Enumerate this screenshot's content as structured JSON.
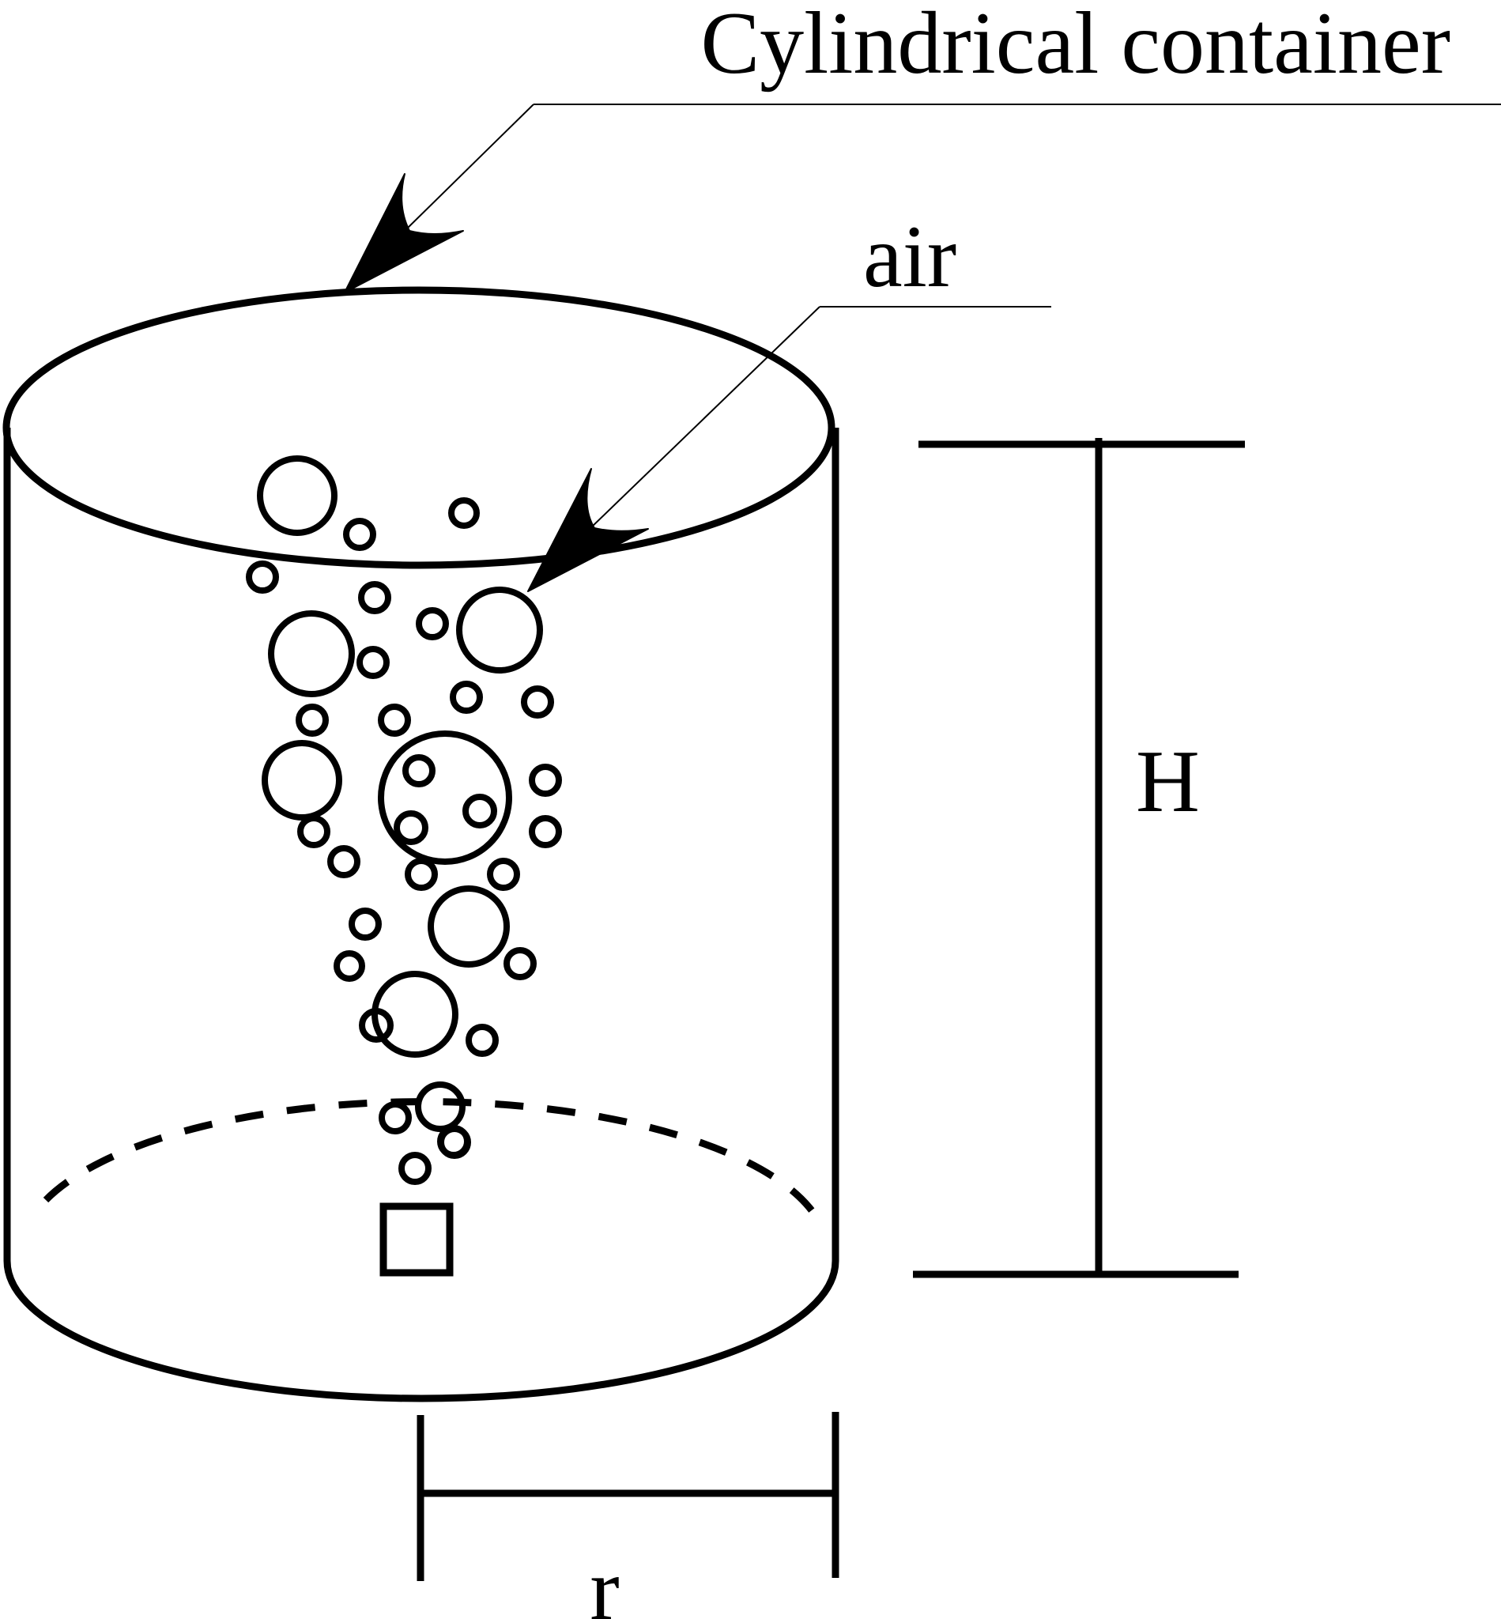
{
  "labels": {
    "container": "Cylindrical container",
    "air": "air",
    "height": "H",
    "radius": "r"
  },
  "colors": {
    "stroke": "#000000",
    "background": "#ffffff"
  }
}
